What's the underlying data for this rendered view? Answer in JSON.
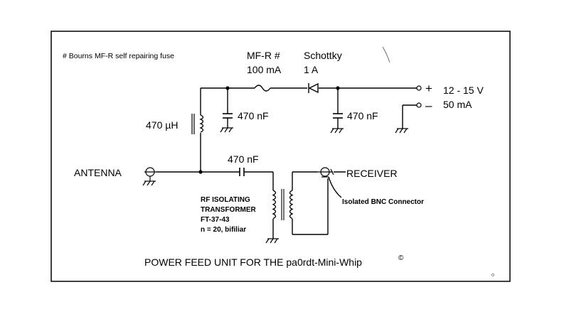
{
  "diagram": {
    "fuse_note": "# Bourns MF-R self repairing fuse",
    "fuse_label": "MF-R #",
    "fuse_value": "100 mA",
    "diode_label": "Schottky",
    "diode_value": "1 A",
    "supply_plus": "+",
    "supply_voltage": "12 - 15 V",
    "supply_minus": "–",
    "supply_current": "50 mA",
    "inductor_value": "470 µH",
    "cap1_value": "470 nF",
    "cap2_value": "470 nF",
    "cap3_value": "470 nF",
    "antenna_label": "ANTENNA",
    "receiver_label": "RECEIVER",
    "connector_note": "Isolated BNC Connector",
    "transformer_line1": "RF ISOLATING",
    "transformer_line2": "TRANSFORMER",
    "transformer_line3": "FT-37-43",
    "transformer_line4": "n = 20, bifiliar",
    "title": "POWER FEED UNIT FOR THE pa0rdt-Mini-Whip",
    "title_mark": "©"
  }
}
